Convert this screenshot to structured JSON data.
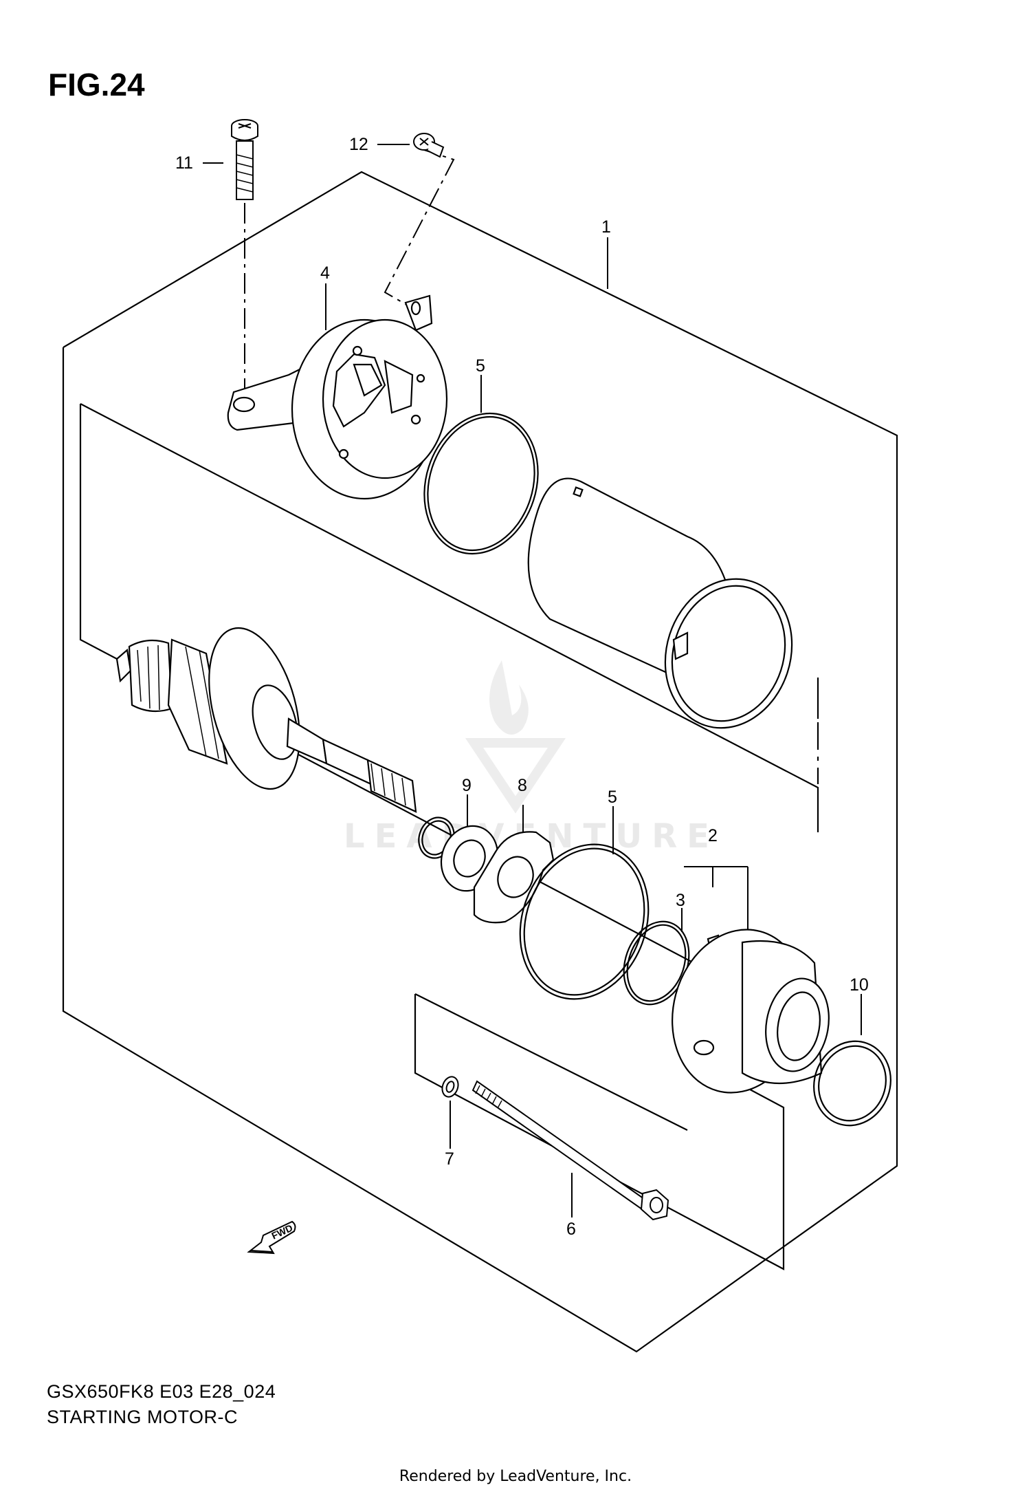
{
  "figure": {
    "title": "FIG.24",
    "model_code": "GSX650FK8 E03 E28_024",
    "section_name": "STARTING MOTOR-C"
  },
  "callouts": [
    "1",
    "2",
    "3",
    "4",
    "5",
    "5",
    "6",
    "7",
    "8",
    "9",
    "10",
    "11",
    "12"
  ],
  "fwd_label": "FWD",
  "watermark": "LEADVENTURE",
  "credit": "Rendered by LeadVenture, Inc."
}
